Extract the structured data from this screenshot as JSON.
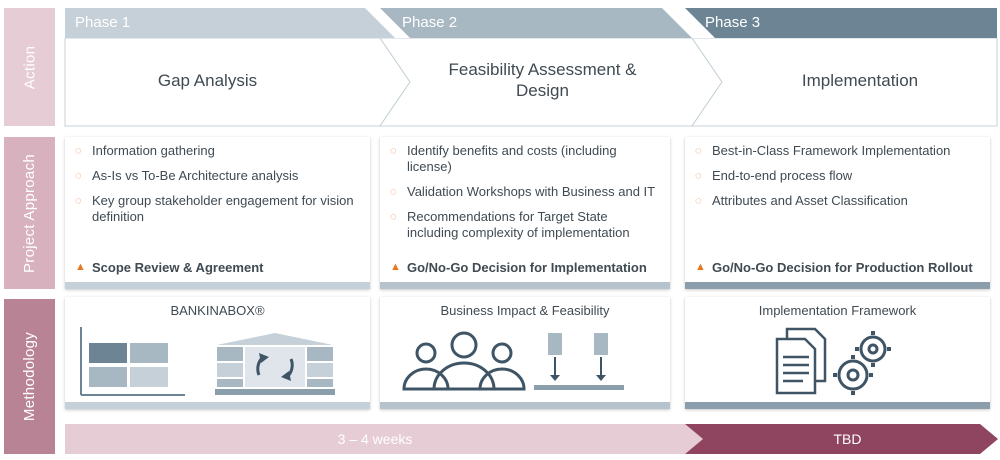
{
  "row_labels": {
    "action": "Action",
    "approach": "Project Approach",
    "methodology": "Methodology"
  },
  "phases": [
    {
      "label": "Phase 1",
      "action": "Gap Analysis",
      "bullets": [
        "Information gathering",
        "As-Is vs To-Be Architecture analysis",
        "Key group stakeholder engagement for vision definition"
      ],
      "decision": "Scope Review & Agreement",
      "method_title": "BANKINABOX®",
      "method_icon": "bankinabox-architecture-icon"
    },
    {
      "label": "Phase 2",
      "action": "Feasibility Assessment & Design",
      "bullets": [
        "Identify benefits and costs (including license)",
        "Validation Workshops with Business and IT",
        "Recommendations for Target State including complexity of implementation"
      ],
      "decision": "Go/No-Go Decision for Implementation",
      "method_title": "Business Impact & Feasibility",
      "method_icon": "stakeholders-group-icon"
    },
    {
      "label": "Phase 3",
      "action": "Implementation",
      "bullets": [
        "Best-in-Class Framework Implementation",
        "End-to-end process flow",
        "Attributes and Asset Classification"
      ],
      "decision": "Go/No-Go Decision for Production Rollout",
      "method_title": "Implementation Framework",
      "method_icon": "document-gears-icon"
    }
  ],
  "timeline": {
    "phase12": "3 – 4 weeks",
    "phase3": "TBD"
  },
  "colors": {
    "phase1_header": "#c5d0d8",
    "phase2_header": "#a8b8c3",
    "phase3_header": "#6c8494",
    "card_bar": "#b6c3cc",
    "card_bar_dark": "#8a9eab",
    "timeline_light": "#e6ccd4",
    "timeline_dark": "#8f4560",
    "bullet_accent": "#e8804c",
    "decision_accent": "#e87722"
  }
}
